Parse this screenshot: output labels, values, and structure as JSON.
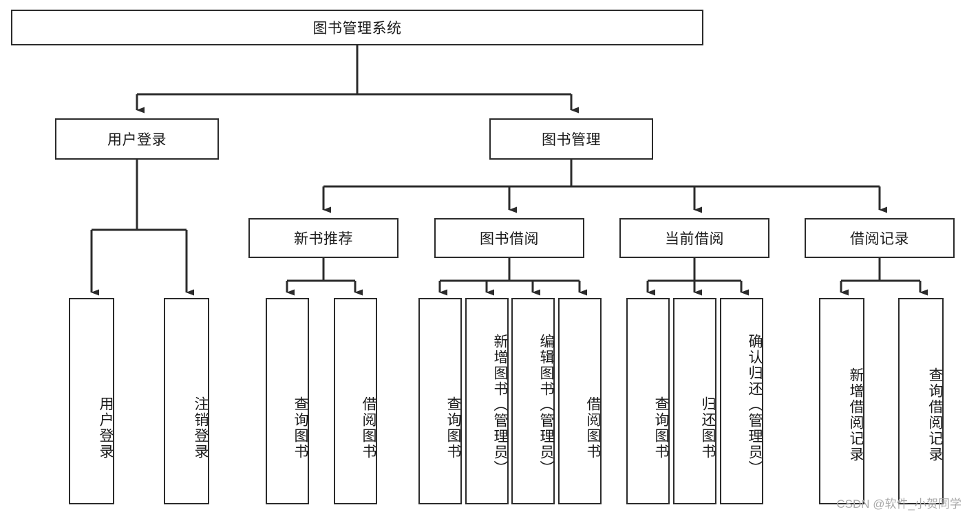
{
  "diagram": {
    "type": "hierarchy-tree",
    "title": "图书管理系统",
    "watermark": "CSDN @软件_小贺同学",
    "colors": {
      "stroke": "#2b2b2b",
      "fill": "#ffffff",
      "text": "#1a1a1a",
      "watermark": "#a9a9a9"
    },
    "nodes": {
      "root": {
        "label": "图书管理系统"
      },
      "level2": [
        {
          "label": "用户登录"
        },
        {
          "label": "图书管理"
        }
      ],
      "level3": [
        {
          "label": "新书推荐"
        },
        {
          "label": "图书借阅"
        },
        {
          "label": "当前借阅"
        },
        {
          "label": "借阅记录"
        }
      ],
      "leaves": {
        "user_login": [
          {
            "label": "用户登录"
          },
          {
            "label": "注销登录"
          }
        ],
        "new_book_recommend": [
          {
            "label": "查询图书"
          },
          {
            "label": "借阅图书"
          }
        ],
        "book_borrow": [
          {
            "label": "查询图书"
          },
          {
            "label": "新增图书（管理员）"
          },
          {
            "label": "编辑图书（管理员）"
          },
          {
            "label": "借阅图书"
          }
        ],
        "current_borrow": [
          {
            "label": "查询图书"
          },
          {
            "label": "归还图书"
          },
          {
            "label": "确认归还（管理员）"
          }
        ],
        "borrow_record": [
          {
            "label": "新增借阅记录"
          },
          {
            "label": "查询借阅记录"
          }
        ]
      }
    }
  }
}
